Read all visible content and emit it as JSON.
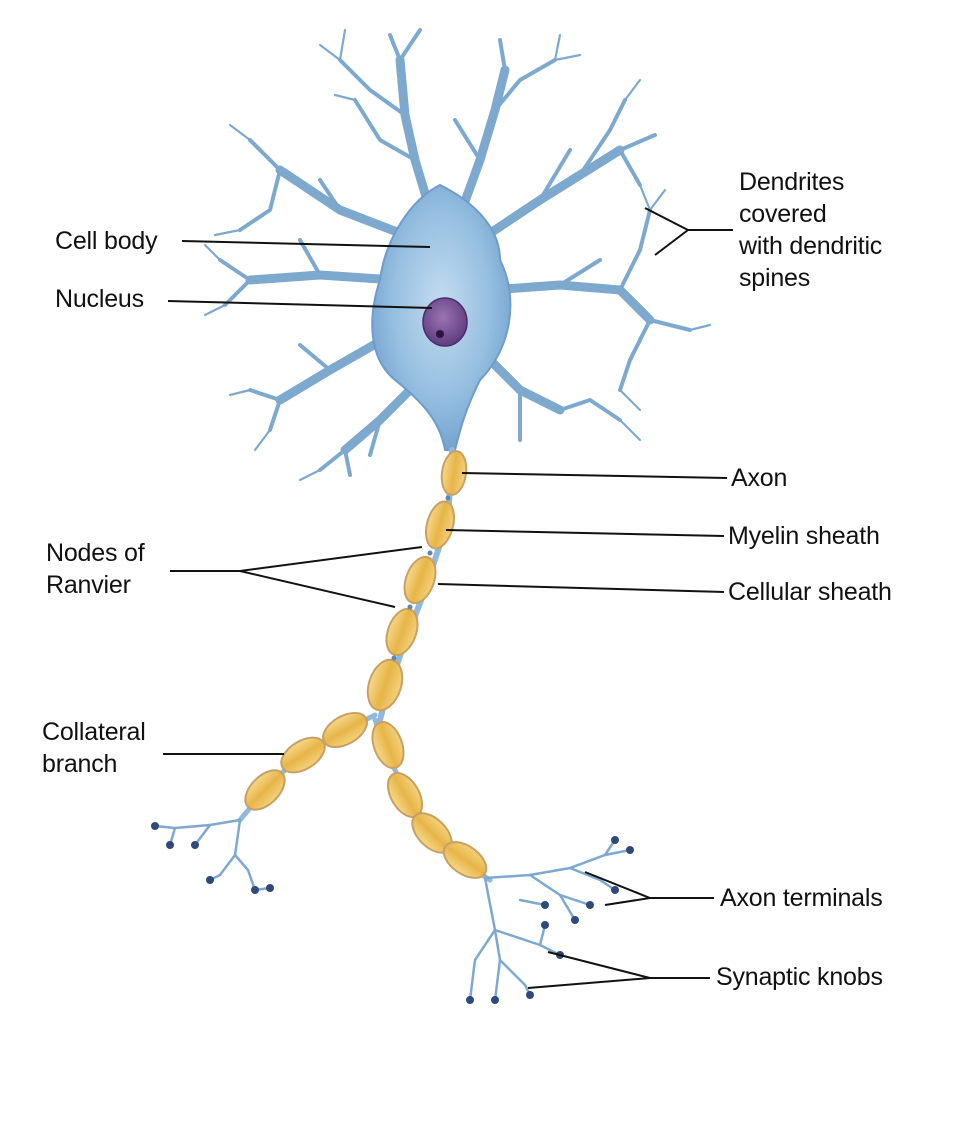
{
  "diagram": {
    "labels": {
      "cell_body": "Cell body",
      "nucleus": "Nucleus",
      "dendrites": "Dendrites\ncovered\nwith dendritic\nspines",
      "axon": "Axon",
      "myelin_sheath": "Myelin sheath",
      "cellular_sheath": "Cellular sheath",
      "nodes_of_ranvier": "Nodes of\nRanvier",
      "collateral_branch": "Collateral\nbranch",
      "axon_terminals": "Axon terminals",
      "synaptic_knobs": "Synaptic knobs"
    },
    "colors": {
      "cell_body": "#8fb9dd",
      "dendrite": "#7ea9cf",
      "nucleus": "#6e4a8e",
      "myelin": "#e3b84a",
      "myelin_outline": "#c9a064",
      "leader_line": "#111111"
    }
  }
}
